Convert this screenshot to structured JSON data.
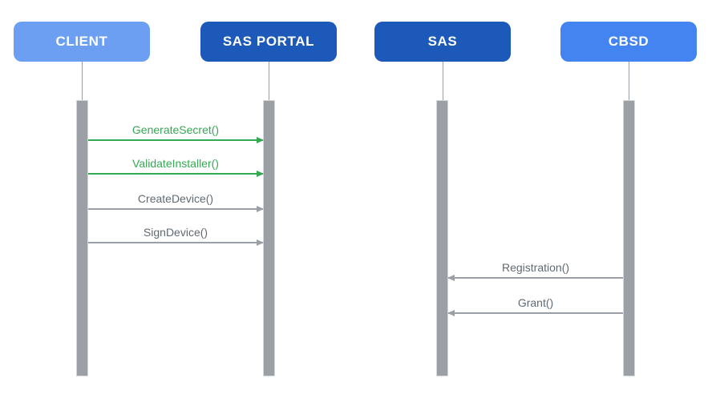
{
  "diagram": {
    "type": "sequence-diagram",
    "background_color": "#FFFFFF",
    "lifeline_color": "#9AA0A6",
    "activation_bar_color": "#9AA0A6",
    "actors": [
      {
        "label": "CLIENT",
        "box_color": "#6C9EF2",
        "text_color": "#FFFFFF"
      },
      {
        "label": "SAS PORTAL",
        "box_color": "#1C59B8",
        "text_color": "#FFFFFF"
      },
      {
        "label": "SAS",
        "box_color": "#1C59B8",
        "text_color": "#FFFFFF"
      },
      {
        "label": "CBSD",
        "box_color": "#4484F0",
        "text_color": "#FFFFFF"
      }
    ],
    "messages": [
      {
        "label": "GenerateSecret()",
        "from": "CLIENT",
        "to": "SAS PORTAL",
        "direction": "right",
        "text_color": "#34A853",
        "line_color": "#34A853"
      },
      {
        "label": "ValidateInstaller()",
        "from": "CLIENT",
        "to": "SAS PORTAL",
        "direction": "right",
        "text_color": "#34A853",
        "line_color": "#34A853"
      },
      {
        "label": "CreateDevice()",
        "from": "CLIENT",
        "to": "SAS PORTAL",
        "direction": "right",
        "text_color": "#5F6A72",
        "line_color": "#9AA0A6"
      },
      {
        "label": "SignDevice()",
        "from": "CLIENT",
        "to": "SAS PORTAL",
        "direction": "right",
        "text_color": "#5F6A72",
        "line_color": "#9AA0A6"
      },
      {
        "label": "Registration()",
        "from": "CBSD",
        "to": "SAS",
        "direction": "left",
        "text_color": "#5F6A72",
        "line_color": "#9AA0A6"
      },
      {
        "label": "Grant()",
        "from": "CBSD",
        "to": "SAS",
        "direction": "left",
        "text_color": "#5F6A72",
        "line_color": "#9AA0A6"
      }
    ]
  }
}
